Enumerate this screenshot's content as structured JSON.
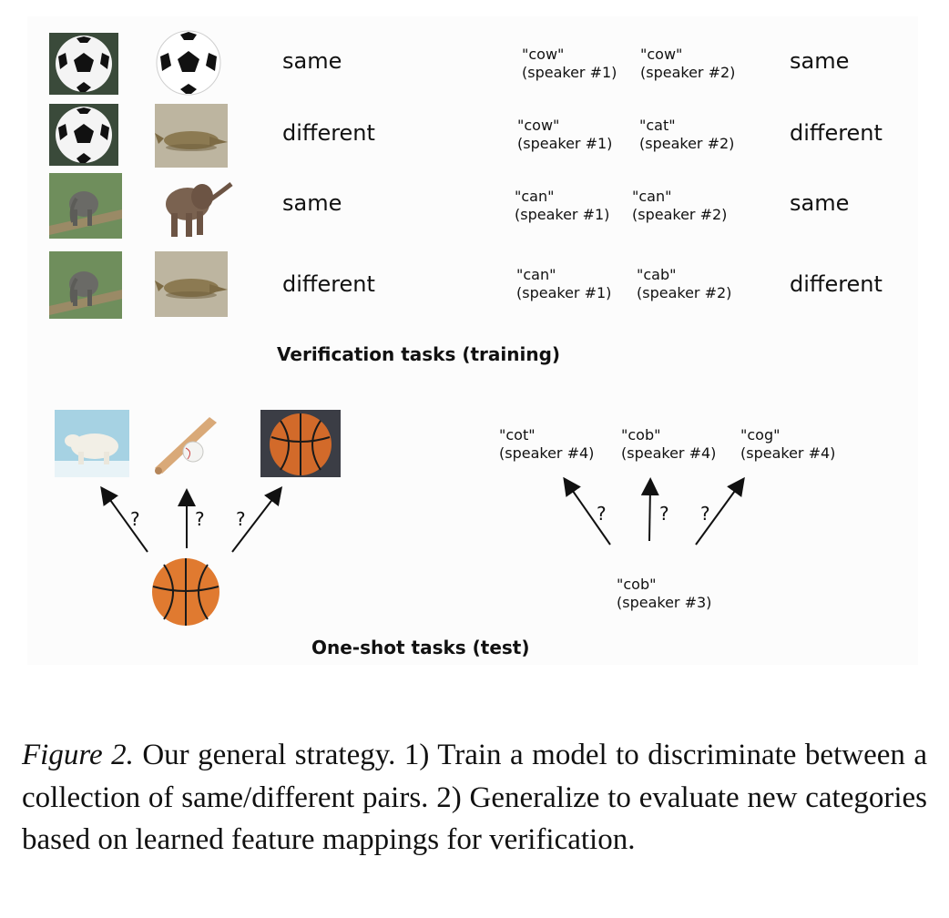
{
  "training": {
    "rows": [
      {
        "image_label": "same",
        "word_a": "\"cow\"",
        "speaker_a": "(speaker #1)",
        "word_b": "\"cow\"",
        "speaker_b": "(speaker #2)",
        "audio_label": "same"
      },
      {
        "image_label": "different",
        "word_a": "\"cow\"",
        "speaker_a": "(speaker #1)",
        "word_b": "\"cat\"",
        "speaker_b": "(speaker #2)",
        "audio_label": "different"
      },
      {
        "image_label": "same",
        "word_a": "\"can\"",
        "speaker_a": "(speaker #1)",
        "word_b": "\"can\"",
        "speaker_b": "(speaker #2)",
        "audio_label": "same"
      },
      {
        "image_label": "different",
        "word_a": "\"can\"",
        "speaker_a": "(speaker #1)",
        "word_b": "\"cab\"",
        "speaker_b": "(speaker #2)",
        "audio_label": "different"
      }
    ],
    "heading": "Verification tasks (training)"
  },
  "test": {
    "candidates": [
      {
        "word": "\"cot\"",
        "speaker": "(speaker #4)"
      },
      {
        "word": "\"cob\"",
        "speaker": "(speaker #4)"
      },
      {
        "word": "\"cog\"",
        "speaker": "(speaker #4)"
      }
    ],
    "query": {
      "word": "\"cob\"",
      "speaker": "(speaker #3)"
    },
    "question_mark": "?",
    "heading": "One-shot tasks (test)"
  },
  "caption": {
    "label": "Figure 2.",
    "text": "Our general strategy.  1) Train a model to discriminate between a collection of same/different pairs.  2) Generalize to evaluate new categories based on learned feature mappings for verification."
  },
  "icons": [
    "soccer-ball-icon",
    "crocodile-icon",
    "elephant-icon",
    "polar-bear-icon",
    "baseball-bat-icon",
    "basketball-icon"
  ]
}
